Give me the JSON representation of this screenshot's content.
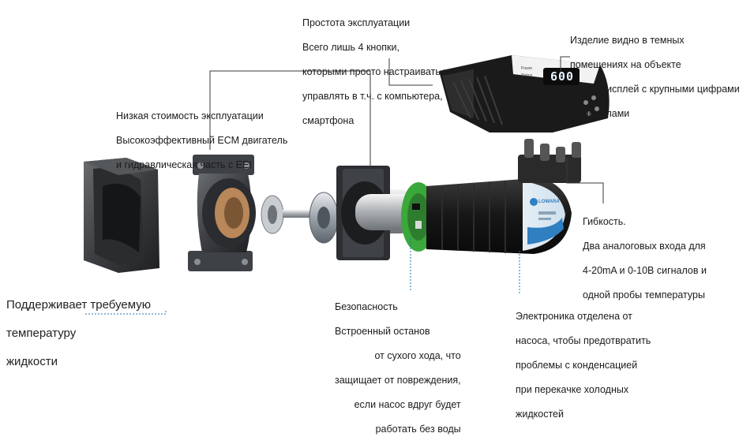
{
  "callouts": {
    "simplicity": {
      "lines": [
        "Простота эксплуатации",
        "Всего лишь 4 кнопки,",
        "которыми просто настраивать и",
        "управлять в т.ч. с компьютера,",
        "смартфона"
      ]
    },
    "display": {
      "lines": [
        "Изделие видно в темных",
        "помещениях на объекте",
        "Яркий дисплей с крупными цифрами",
        "и символами"
      ]
    },
    "low_cost": {
      "lines": [
        "Низкая стоимость эксплуатации",
        "Высокоэффективный ЕСМ двигатель",
        "и гидравлическая часть с EEI"
      ]
    },
    "flexibility": {
      "lines": [
        "Гибкость.",
        "Два аналоговых входа для",
        "4-20mA и 0-10В сигналов и",
        "одной пробы температуры"
      ]
    },
    "temperature": {
      "lines": [
        "Поддерживает требуемую",
        "температуру",
        "жидкости"
      ]
    },
    "safety": {
      "lines": [
        "Безопасность",
        "Встроенный останов",
        "от сухого хода, что",
        "защищает от повреждения,",
        "если насос вдруг будет",
        "работать без воды"
      ]
    },
    "electronics": {
      "lines": [
        "Электроника отделена от",
        "насоса, чтобы предотвратить",
        "проблемы с конденсацией",
        "при перекачке холодных",
        "жидкостей"
      ]
    }
  },
  "display_readout": "600",
  "panel_labels": [
    "Power",
    "Status"
  ],
  "brand": "LOWARA",
  "colors": {
    "leader": "#3a3a3a",
    "leader_dotted": "#1f78b4",
    "motor": "#1e1e1e",
    "label_blue": "#2f7fc1",
    "green_board": "#3aa83a",
    "display_digits": "#e8f4ff"
  }
}
